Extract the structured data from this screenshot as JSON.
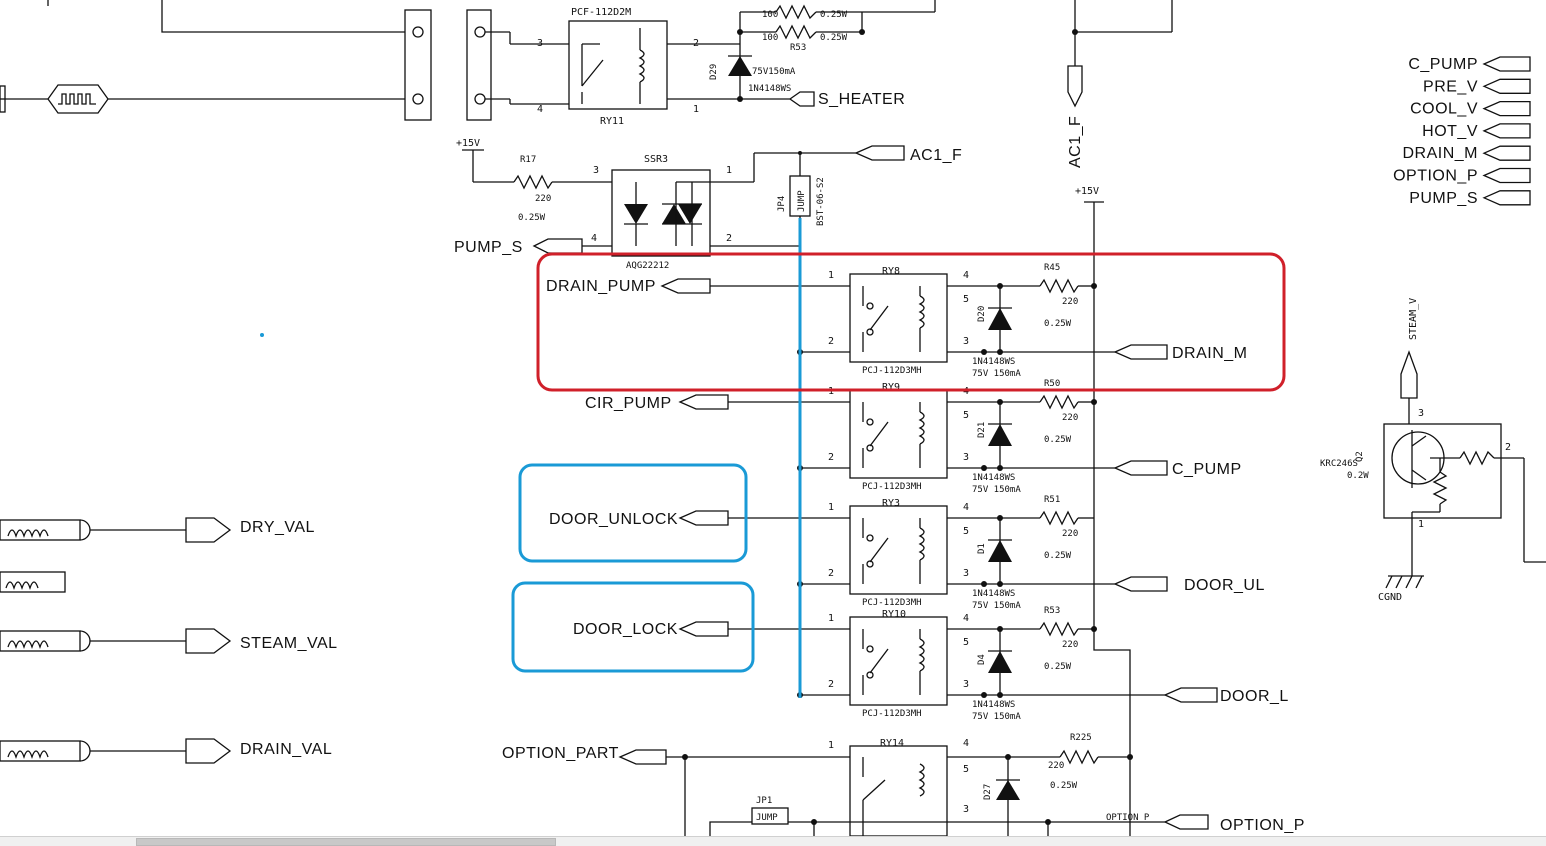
{
  "labels": {
    "s_heater": "S_HEATER",
    "ac1_f": "AC1_F",
    "ac1_f_vert": "AC1_F",
    "plus15v_a": "+15V",
    "plus15v_b": "+15V",
    "pump_s_left": "PUMP_S",
    "drain_pump": "DRAIN_PUMP",
    "drain_m": "DRAIN_M",
    "cir_pump": "CIR_PUMP",
    "c_pump_mid": "C_PUMP",
    "door_unlock": "DOOR_UNLOCK",
    "door_ul": "DOOR_UL",
    "door_lock": "DOOR_LOCK",
    "door_l": "DOOR_L",
    "option_part": "OPTION_PART",
    "option_p": "OPTION_P",
    "option_p_small": "OPTION_P",
    "dry_val": "DRY_VAL",
    "steam_val": "STEAM_VAL",
    "drain_val": "DRAIN_VAL",
    "steam_v": "STEAM_V",
    "cgnd": "CGND"
  },
  "right_ports": [
    "C_PUMP",
    "PRE_V",
    "COOL_V",
    "HOT_V",
    "DRAIN_M",
    "OPTION_P",
    "PUMP_S"
  ],
  "parts": {
    "pcf_top": "PCF-112D2M",
    "ry11": "RY11",
    "d29": "D29",
    "d29_rating": "75V150mA",
    "d29_part": "1N4148WS",
    "r_top_a": "100",
    "r_top_b": "100",
    "r_top_a_w": "0.25W",
    "r_top_b_w": "0.25W",
    "r53_top": "R53",
    "r17": "R17",
    "r17_val": "220",
    "r17_w": "0.25W",
    "ssr3": "SSR3",
    "ssr_part": "AQG22212",
    "jp4": "JP4",
    "jp4_body": "JUMP",
    "jp4_part": "BST-06-S2",
    "ry8": "RY8",
    "ry9": "RY9",
    "ry3": "RY3",
    "ry10": "RY10",
    "ry14": "RY14",
    "relay_part": "PCJ-112D3MH",
    "r45": "R45",
    "r50": "R50",
    "r51": "R51",
    "r53": "R53",
    "r225": "R225",
    "res_val": "220",
    "res_w": "0.25W",
    "d20": "D20",
    "d21": "D21",
    "d1": "D1",
    "d4": "D4",
    "d27": "D27",
    "diode_part": "1N4148WS",
    "diode_rating": "75V 150mA",
    "jp1": "JP1",
    "jp1_body": "JUMP",
    "krc": "KRC246S",
    "krc_w": "0.2W",
    "q_label": "Q2"
  },
  "pins": {
    "p1": "1",
    "p2": "2",
    "p3": "3",
    "p4": "4",
    "p5": "5"
  },
  "colors": {
    "wire": "#111111",
    "highlight_red": "#d0202a",
    "highlight_blue": "#1a9ad6"
  }
}
